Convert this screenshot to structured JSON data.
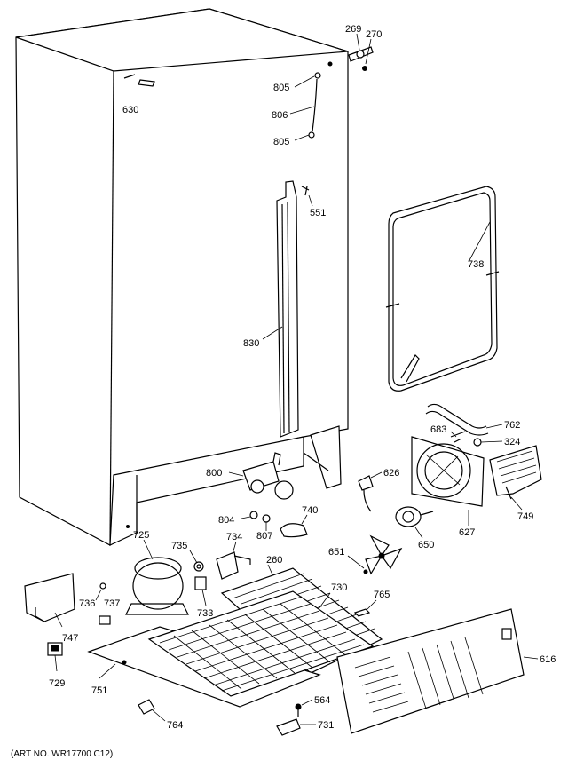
{
  "art_number": "(ART NO. WR17700 C12)",
  "callouts": [
    {
      "id": "269",
      "label": "269"
    },
    {
      "id": "270",
      "label": "270"
    },
    {
      "id": "630",
      "label": "630"
    },
    {
      "id": "805a",
      "label": "805"
    },
    {
      "id": "806",
      "label": "806"
    },
    {
      "id": "805b",
      "label": "805"
    },
    {
      "id": "551",
      "label": "551"
    },
    {
      "id": "738",
      "label": "738"
    },
    {
      "id": "830",
      "label": "830"
    },
    {
      "id": "762",
      "label": "762"
    },
    {
      "id": "683",
      "label": "683"
    },
    {
      "id": "324",
      "label": "324"
    },
    {
      "id": "800",
      "label": "800"
    },
    {
      "id": "626",
      "label": "626"
    },
    {
      "id": "749",
      "label": "749"
    },
    {
      "id": "804",
      "label": "804"
    },
    {
      "id": "740",
      "label": "740"
    },
    {
      "id": "807",
      "label": "807"
    },
    {
      "id": "627",
      "label": "627"
    },
    {
      "id": "650",
      "label": "650"
    },
    {
      "id": "725",
      "label": "725"
    },
    {
      "id": "735",
      "label": "735"
    },
    {
      "id": "734",
      "label": "734"
    },
    {
      "id": "651",
      "label": "651"
    },
    {
      "id": "260",
      "label": "260"
    },
    {
      "id": "730",
      "label": "730"
    },
    {
      "id": "765",
      "label": "765"
    },
    {
      "id": "736",
      "label": "736"
    },
    {
      "id": "737",
      "label": "737"
    },
    {
      "id": "733",
      "label": "733"
    },
    {
      "id": "747",
      "label": "747"
    },
    {
      "id": "616",
      "label": "616"
    },
    {
      "id": "729",
      "label": "729"
    },
    {
      "id": "751",
      "label": "751"
    },
    {
      "id": "564",
      "label": "564"
    },
    {
      "id": "764",
      "label": "764"
    },
    {
      "id": "731",
      "label": "731"
    }
  ]
}
